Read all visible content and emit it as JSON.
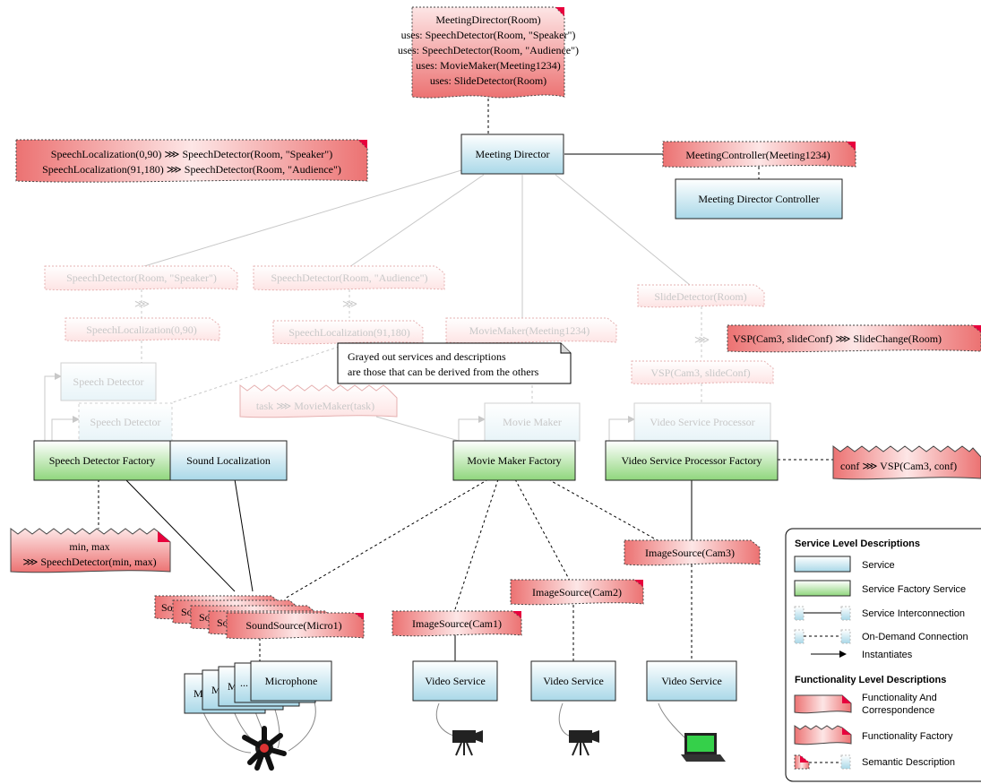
{
  "colors": {
    "service_top": "#ffffff",
    "service_bottom": "#a9d8e8",
    "factory_top": "#ffffff",
    "factory_bottom": "#8fd67c",
    "note_top": "#fbd7d7",
    "note_bottom": "#ea6f6f",
    "note_fold": "#e8003c",
    "gray_text": "#c8c8c8"
  },
  "top_note": {
    "lines": [
      "MeetingDirector(Room)",
      "uses: SpeechDetector(Room, \"Speaker\")",
      "uses: SpeechDetector(Room, \"Audience\")",
      "uses: MovieMaker(Meeting1234)",
      "uses: SlideDetector(Room)"
    ]
  },
  "speech_mapping": {
    "lines": [
      "SpeechLocalization(0,90) ⋙ SpeechDetector(Room, \"Speaker\")",
      "SpeechLocalization(91,180) ⋙ SpeechDetector(Room, \"Audience\")"
    ]
  },
  "services": {
    "meeting_director": "Meeting Director",
    "meeting_controller": "MeetingController(Meeting1234)",
    "meeting_director_controller": "Meeting Director Controller",
    "speech_detector_factory": "Speech Detector Factory",
    "sound_localization": "Sound Localization",
    "movie_maker_factory": "Movie Maker Factory",
    "video_processor_factory": "Video Service Processor Factory",
    "video_service": "Video Service",
    "microphone": "Microphone",
    "mic_stack_labels": [
      "M",
      "M",
      "M",
      "..."
    ]
  },
  "grayed": {
    "speech_detector_speaker": "SpeechDetector(Room, \"Speaker\")",
    "speech_detector_audience": "SpeechDetector(Room, \"Audience\")",
    "speech_loc_0_90": "SpeechLocalization(0,90)",
    "speech_loc_91_180": "SpeechLocalization(91,180)",
    "movie_maker_meeting": "MovieMaker(Meeting1234)",
    "slide_detector": "SlideDetector(Room)",
    "vsp_cam3": "VSP(Cam3, slideConf)",
    "speech_detector_1": "Speech Detector",
    "speech_detector_2": "Speech Detector",
    "task_factory": "task ⋙ MovieMaker(task)",
    "movie_maker": "Movie Maker",
    "video_service_processor": "Video Service Processor"
  },
  "callout": {
    "lines": [
      "Grayed out services and descriptions",
      "are those that can be derived from the others"
    ]
  },
  "notes": {
    "vsp_slide_change": "VSP(Cam3, slideConf) ⋙ SlideChange(Room)",
    "conf_vsp": "conf ⋙ VSP(Cam3, conf)",
    "min_max_lines": [
      "min, max",
      "⋙ SpeechDetector(min, max)"
    ],
    "sound_source": "SoundSource(Micro1)",
    "sound_source_stack": [
      "So",
      "So",
      "So",
      "So"
    ],
    "image_source_cam1": "ImageSource(Cam1)",
    "image_source_cam2": "ImageSource(Cam2)",
    "image_source_cam3": "ImageSource(Cam3)"
  },
  "legend": {
    "heading_service": "Service Level Descriptions",
    "service": "Service",
    "factory_service": "Service Factory Service",
    "interconnection": "Service Interconnection",
    "on_demand": "On-Demand Connection",
    "instantiates": "Instantiates",
    "heading_functionality": "Functionality Level Descriptions",
    "functionality_lines": [
      "Functionality And",
      "Correspondence"
    ],
    "functionality_factory": "Functionality Factory",
    "semantic": "Semantic Description"
  },
  "icons": {
    "cameras": [
      "video-camera-icon",
      "video-camera-icon"
    ],
    "laptop": "laptop-icon",
    "microphone": "microphone-icon"
  }
}
